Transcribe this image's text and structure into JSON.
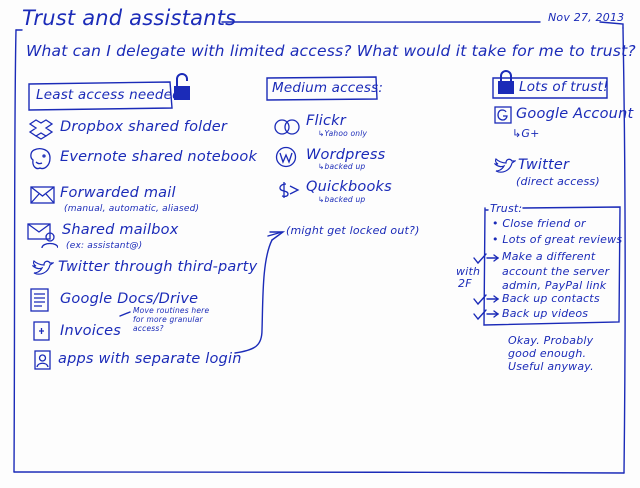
{
  "title": "Trust and assistants",
  "date": "Nov 27, 2013",
  "question": "What can I delegate with limited access? What would it take for me to trust?",
  "least": {
    "heading": "Least access needed:",
    "items": [
      {
        "label": "Dropbox shared folder",
        "icon": "dropbox-icon"
      },
      {
        "label": "Evernote shared notebook",
        "icon": "evernote-icon"
      },
      {
        "label": "Forwarded mail",
        "sub": "(manual, automatic, aliased)",
        "icon": "envelope-icon"
      },
      {
        "label": "Shared mailbox",
        "sub": "(ex: assistant@)",
        "icon": "shared-mailbox-icon"
      },
      {
        "label": "Twitter through third-party",
        "icon": "twitter-bird-icon"
      },
      {
        "label": "Google Docs/Drive",
        "icon": "document-icon"
      },
      {
        "label": "Invoices",
        "icon": "invoice-icon"
      },
      {
        "label": "apps with separate login",
        "icon": "login-icon"
      }
    ],
    "note": [
      "Move routines here",
      "for more granular",
      "access?"
    ]
  },
  "medium": {
    "heading": "Medium access:",
    "items": [
      {
        "label": "Flickr",
        "sub": "Yahoo only",
        "icon": "flickr-icon"
      },
      {
        "label": "Wordpress",
        "sub": "backed up",
        "icon": "wordpress-icon"
      },
      {
        "label": "Quickbooks",
        "sub": "backed up",
        "icon": "quickbooks-icon"
      }
    ],
    "note": "(might get locked out?)"
  },
  "lots": {
    "heading": "Lots of trust!",
    "items": [
      {
        "label": "Google Account",
        "sub": "G+",
        "icon": "google-icon"
      },
      {
        "label": "Twitter",
        "sub": "(direct access)",
        "icon": "twitter-bird-icon"
      }
    ]
  },
  "trust": {
    "heading": "Trust:",
    "items": [
      "Close friend or",
      "Lots of great reviews",
      "Make a different",
      "account the server",
      "admin, PayPal link",
      "Back up contacts",
      "Back up videos"
    ],
    "with2f": [
      "with",
      "2F"
    ],
    "conclusion": [
      "Okay. Probably",
      "good enough.",
      "Useful anyway."
    ]
  }
}
